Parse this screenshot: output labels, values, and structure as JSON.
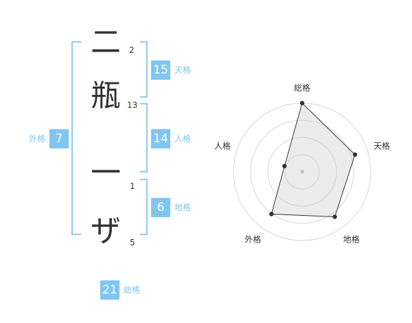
{
  "name_chars": [
    {
      "char": "二",
      "strokes": "2"
    },
    {
      "char": "瓶",
      "strokes": "13"
    },
    {
      "char": "一",
      "strokes": "1"
    },
    {
      "char": "ザ",
      "strokes": "5"
    }
  ],
  "kaku": {
    "tenkaku": {
      "value": "15",
      "label": "天格"
    },
    "jinkaku": {
      "value": "14",
      "label": "人格"
    },
    "chikaku": {
      "value": "6",
      "label": "地格"
    },
    "gaikaku": {
      "value": "7",
      "label": "外格"
    },
    "soukaku": {
      "value": "21",
      "label": "総格"
    }
  },
  "colors": {
    "accent": "#7fc6f2",
    "bracket": "#8fcbf2",
    "text": "#333333"
  },
  "chart_data": {
    "type": "radar",
    "axes": [
      "総格",
      "天格",
      "地格",
      "外格",
      "人格"
    ],
    "values": [
      1.0,
      0.81,
      0.81,
      0.76,
      0.27
    ],
    "rings": 4
  }
}
